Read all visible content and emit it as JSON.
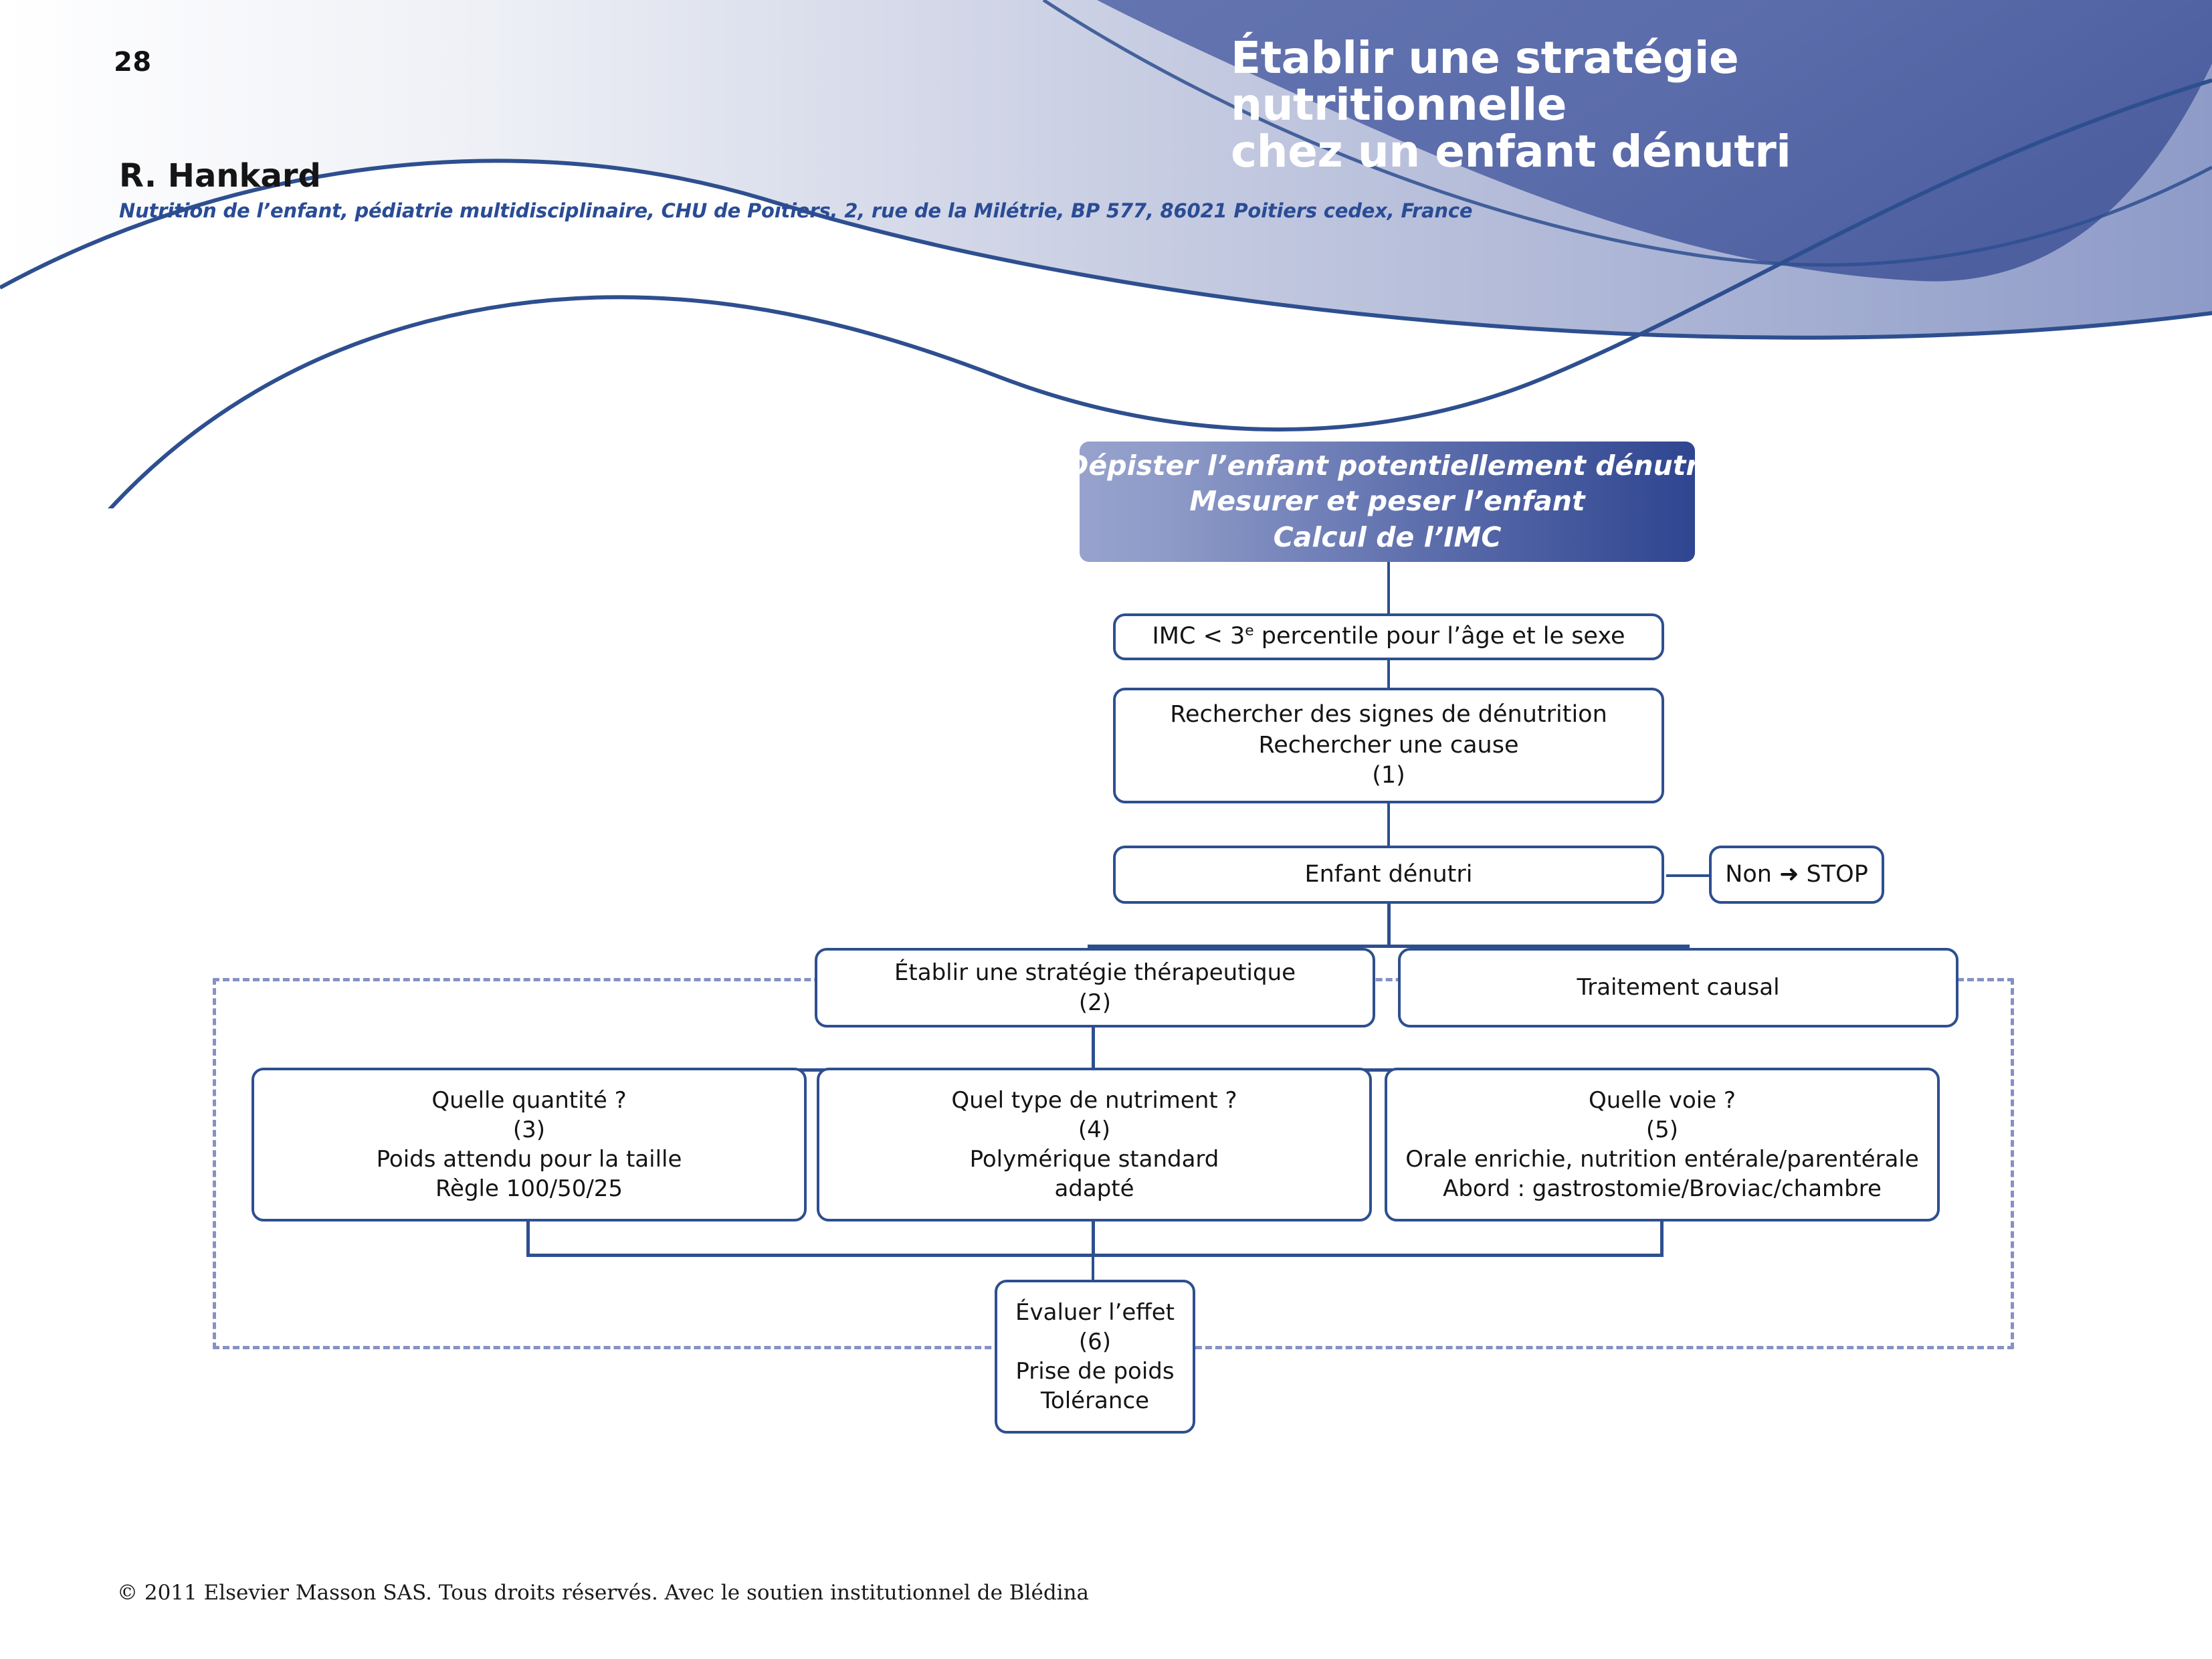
{
  "page": {
    "number": "28",
    "accent_dark": "#2e4f8f",
    "accent_mid": "#5e6fad",
    "accent_light": "#8691c4",
    "header_gradient_from": "#97a2cd",
    "header_gradient_to": "#2f4590"
  },
  "header": {
    "title_line1": "Établir une stratégie nutritionnelle",
    "title_line2": "chez un enfant dénutri"
  },
  "author": {
    "name": "R. Hankard",
    "affiliation": "Nutrition de l’enfant, pédiatrie multidisciplinaire, CHU de Poitiers, 2, rue de la Milétrie, BP 577, 86021 Poitiers cedex, France"
  },
  "flowchart": {
    "head": {
      "line1": "Dépister l’enfant potentiellement dénutri",
      "line2": "Mesurer et peser l’enfant",
      "line3": "Calcul de l’IMC"
    },
    "imc": {
      "text_pre": "IMC < 3",
      "sup": "e",
      "text_post": " percentile pour l’âge et le sexe"
    },
    "rechercher": {
      "line1": "Rechercher des signes de dénutrition",
      "line2": "Rechercher une cause",
      "line3": "(1)"
    },
    "enfant_denutri": {
      "line1": "Enfant dénutri"
    },
    "non_stop": {
      "line1": "Non ➜ STOP"
    },
    "strategie": {
      "line1": "Établir une stratégie thérapeutique",
      "line2": "(2)"
    },
    "traitement_causal": {
      "line1": "Traitement causal"
    },
    "quantite": {
      "line1": "Quelle quantité ?",
      "line2": "(3)",
      "line3": "Poids attendu pour la taille",
      "line4": "Règle 100/50/25"
    },
    "nutriment": {
      "line1": "Quel type de nutriment ?",
      "line2": "(4)",
      "line3": "Polymérique standard",
      "line4": "adapté"
    },
    "voie": {
      "line1": "Quelle voie ?",
      "line2": "(5)",
      "line3": "Orale enrichie, nutrition entérale/parentérale",
      "line4": "Abord : gastrostomie/Broviac/chambre"
    },
    "evaluer": {
      "line1": "Évaluer l’effet",
      "line2": "(6)",
      "line3": "Prise de poids",
      "line4": "Tolérance"
    }
  },
  "footer": {
    "copyright": "© 2011 Elsevier Masson SAS. Tous droits réservés. Avec le soutien institutionnel de Blédina"
  }
}
